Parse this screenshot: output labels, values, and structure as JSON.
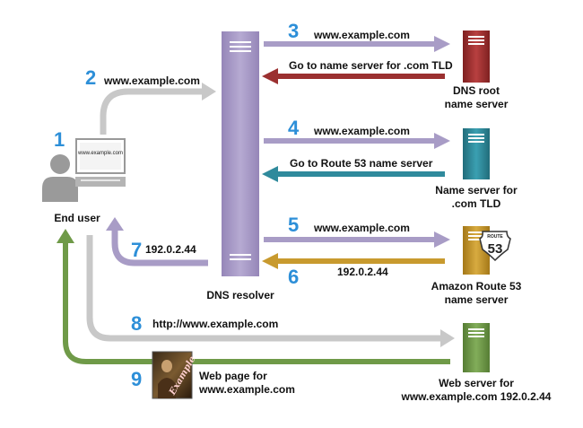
{
  "colors": {
    "purple": "#a89cc6",
    "dark_red": "#9b3030",
    "teal": "#2f8a9c",
    "gold": "#c89a2e",
    "green": "#6f9a48",
    "gray": "#c8c8c8",
    "number_blue": "#2d8fd8"
  },
  "steps": {
    "s1": "1",
    "s2": "2",
    "s3": "3",
    "s4": "4",
    "s5": "5",
    "s6": "6",
    "s7": "7",
    "s8": "8",
    "s9": "9"
  },
  "labels": {
    "end_user": "End user",
    "screen_text": "www.example.com",
    "dns_resolver": "DNS resolver",
    "query_2": "www.example.com",
    "query_3": "www.example.com",
    "reply_3": "Go to name server for .com TLD",
    "query_4": "www.example.com",
    "reply_4": "Go to Route 53 name server",
    "query_5": "www.example.com",
    "reply_6": "192.0.2.44",
    "reply_7": "192.0.2.44",
    "request_8": "http://www.example.com",
    "response_9_line1": "Web page for",
    "response_9_line2": "www.example.com",
    "thumbnail_text": "Example",
    "route53_badge_top": "ROUTE",
    "route53_badge_num": "53"
  },
  "servers": {
    "dns_root": {
      "line1": "DNS root",
      "line2": "name server",
      "icon": "server-icon"
    },
    "tld": {
      "line1": "Name server for",
      "line2": ".com TLD",
      "icon": "server-icon"
    },
    "route53": {
      "line1": "Amazon Route 53",
      "line2": "name server",
      "icon": "server-icon"
    },
    "web": {
      "line1": "Web server for",
      "line2": "www.example.com 192.0.2.44",
      "icon": "server-icon"
    }
  }
}
